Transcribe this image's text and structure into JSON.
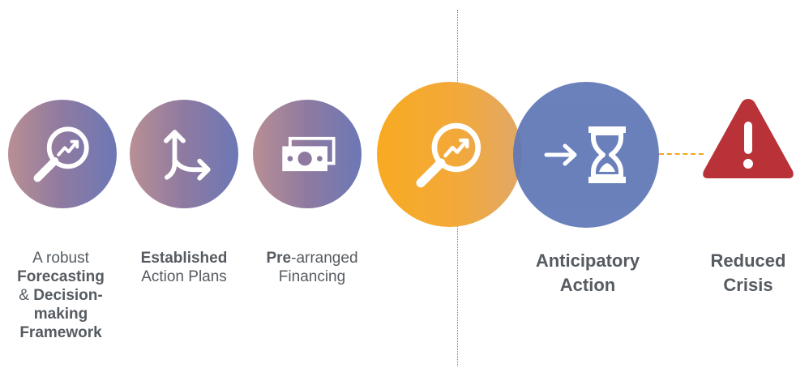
{
  "colors": {
    "orange": "#f8aa22",
    "blue": "#5f77b6",
    "red": "#b83238",
    "text": "#555b61"
  },
  "icons": [
    "forecast-magnifier-icon",
    "branching-arrows-icon",
    "banknote-icon",
    "forecast-magnifier-icon",
    "arrow-right-icon",
    "hourglass-icon",
    "warning-icon"
  ],
  "steps": [
    {
      "lines": [
        {
          "parts": [
            {
              "text": "A robust",
              "bold": false
            }
          ]
        },
        {
          "parts": [
            {
              "text": "Forecasting",
              "bold": true
            }
          ]
        },
        {
          "parts": [
            {
              "text": "& ",
              "bold": false
            },
            {
              "text": "Decision-",
              "bold": true
            }
          ]
        },
        {
          "parts": [
            {
              "text": "making",
              "bold": true
            }
          ]
        },
        {
          "parts": [
            {
              "text": "Framework",
              "bold": true
            }
          ]
        }
      ]
    },
    {
      "lines": [
        {
          "parts": [
            {
              "text": "Established",
              "bold": true
            }
          ]
        },
        {
          "parts": [
            {
              "text": "Action Plans",
              "bold": false
            }
          ]
        }
      ]
    },
    {
      "lines": [
        {
          "parts": [
            {
              "text": "Pre",
              "bold": true
            },
            {
              "text": "-arranged",
              "bold": false
            }
          ]
        },
        {
          "parts": [
            {
              "text": "Financing",
              "bold": false
            }
          ]
        }
      ]
    }
  ],
  "outcomes": [
    {
      "lines": [
        "Anticipatory",
        "Action"
      ]
    },
    {
      "lines": [
        "Reduced",
        "Crisis"
      ]
    }
  ]
}
